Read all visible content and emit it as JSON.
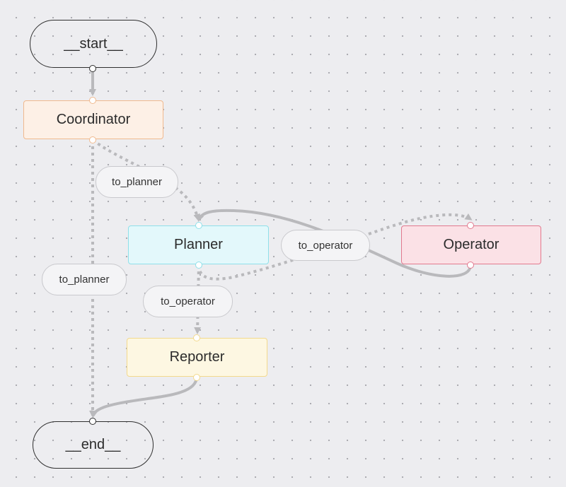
{
  "nodes": {
    "start": {
      "label": "__start__"
    },
    "coordinator": {
      "label": "Coordinator",
      "fill": "#fdf0e6",
      "border": "#f0b98e"
    },
    "planner": {
      "label": "Planner",
      "fill": "#e3f8fb",
      "border": "#8fe0ea"
    },
    "operator": {
      "label": "Operator",
      "fill": "#fbe1e6",
      "border": "#e2798e"
    },
    "reporter": {
      "label": "Reporter",
      "fill": "#fdf7e2",
      "border": "#f3d98c"
    },
    "end": {
      "label": "__end__"
    }
  },
  "edge_labels": {
    "coordinator_to_planner": "to_planner",
    "coordinator_to_end": "to_planner",
    "planner_to_operator": "to_operator",
    "planner_to_reporter": "to_operator"
  },
  "colors": {
    "edge": "#b9b9bc",
    "terminal_border": "#2f2f2f"
  }
}
